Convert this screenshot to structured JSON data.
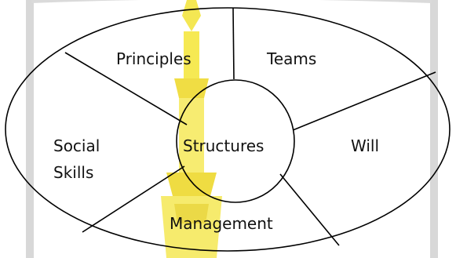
{
  "diagram": {
    "labels": {
      "principles": "Principles",
      "teams": "Teams",
      "will": "Will",
      "structures": "Structures",
      "social_line1": "Social",
      "social_line2": "Skills",
      "management": "Management"
    },
    "colors": {
      "stroke": "#000000",
      "text": "#111111",
      "watermark_gray": "#c8c8c8",
      "watermark_yellow": "#f2e200",
      "background": "#ffffff"
    },
    "watermark": {
      "description_icon": "temple-emblem-watermark"
    }
  }
}
